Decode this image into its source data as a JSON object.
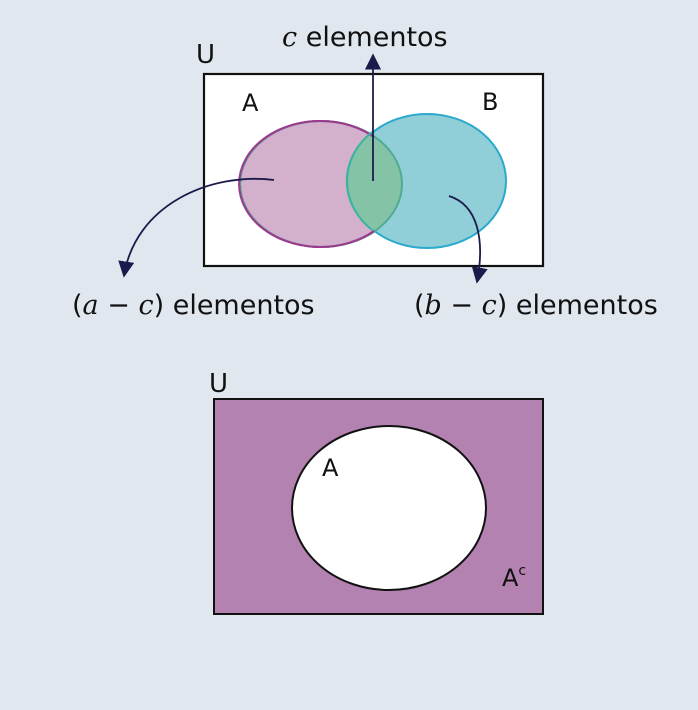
{
  "diagram1": {
    "universe_label": "U",
    "set_a_label": "A",
    "set_b_label": "B",
    "top_annotation": {
      "var": "c",
      "text": " elementos"
    },
    "left_annotation": {
      "open": "(",
      "var1": "a",
      "minus": " − ",
      "var2": "c",
      "close": ")",
      "text": " elementos"
    },
    "right_annotation": {
      "open": "(",
      "var1": "b",
      "minus": " − ",
      "var2": "c",
      "close": ")",
      "text": " elementos"
    }
  },
  "diagram2": {
    "universe_label": "U",
    "set_a_label": "A",
    "complement_base": "A",
    "complement_sup": "c"
  },
  "colors": {
    "background": "#e1e7ef",
    "set_a_fill": "#d3b0cb",
    "set_a_stroke": "#9c3a8e",
    "set_b_fill": "#90cfd8",
    "set_b_stroke": "#2aa9cc",
    "intersection_fill": "#84c3a6",
    "complement_fill": "#b482b0",
    "arrow": "#1b1b4b"
  }
}
